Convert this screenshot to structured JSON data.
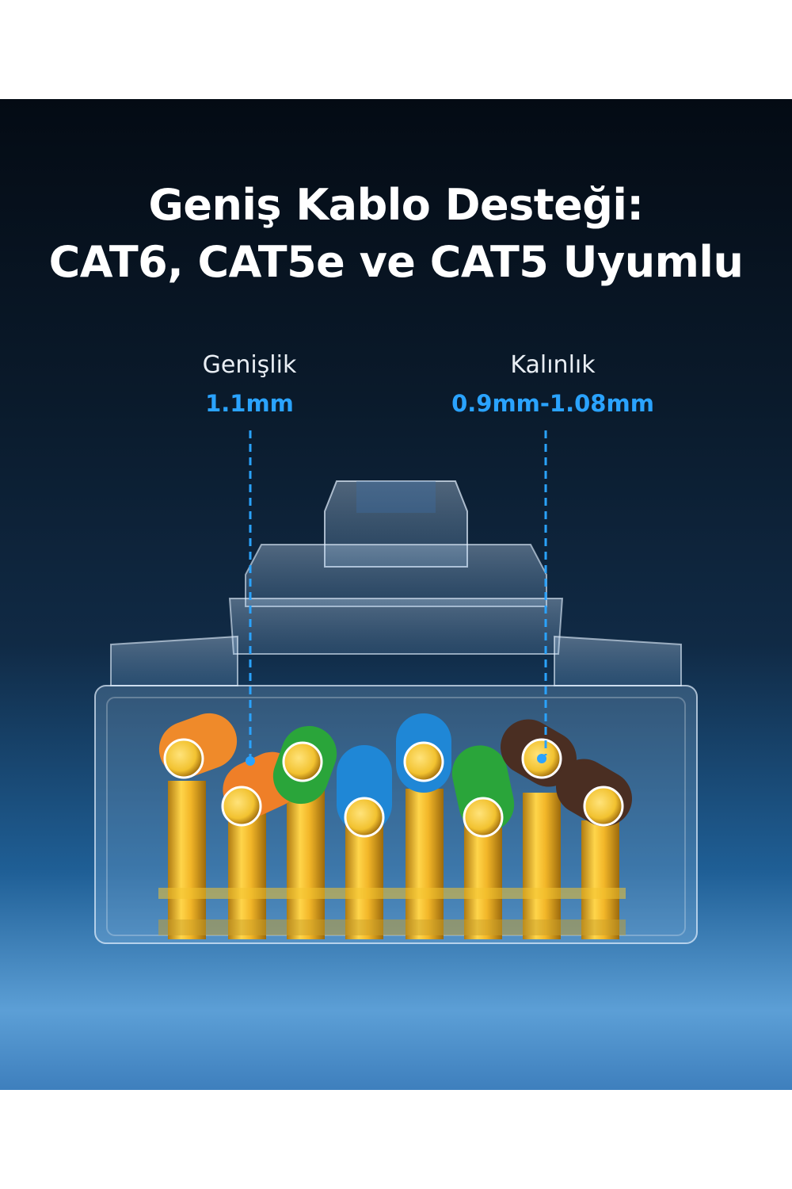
{
  "headline": {
    "line1": "Geniş Kablo Desteği:",
    "line2": "CAT6, CAT5e ve CAT5 Uyumlu"
  },
  "dimensions": [
    {
      "label": "Genişlik",
      "value": "1.1mm"
    },
    {
      "label": "Kalınlık",
      "value": "0.9mm-1.08mm"
    }
  ],
  "colors": {
    "accent": "#2aa3ff",
    "pin_gold": "#f2c230",
    "wires": [
      "#ef8a2a",
      "#ef7f28",
      "#2aa53a",
      "#1f87d6",
      "#1f87d6",
      "#2aa53a",
      "#4a2e22",
      "#4a2e22"
    ]
  }
}
